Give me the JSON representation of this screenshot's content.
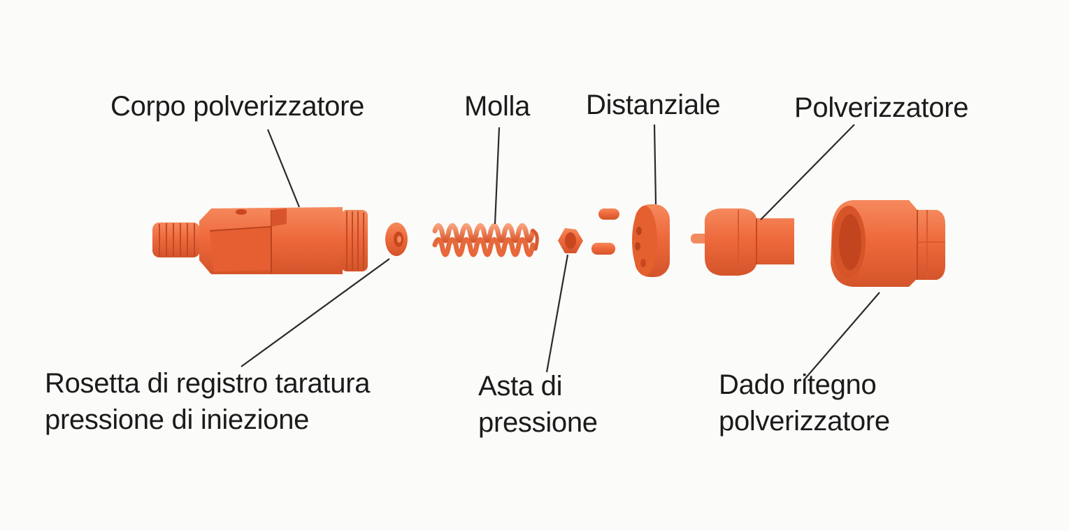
{
  "colors": {
    "part_fill": "#ee6a3c",
    "part_dark": "#c9471f",
    "part_light": "#f6936a",
    "leader_line": "#2a2a2a",
    "background": "#fbfbf9"
  },
  "labels": {
    "corpo": "Corpo polverizzatore",
    "molla": "Molla",
    "distanziale": "Distanziale",
    "polverizzatore": "Polverizzatore",
    "rosetta_line1": "Rosetta di registro taratura",
    "rosetta_line2": "pressione di iniezione",
    "asta_line1": "Asta di",
    "asta_line2": "pressione",
    "dado_line1": "Dado ritegno",
    "dado_line2": "polverizzatore"
  }
}
